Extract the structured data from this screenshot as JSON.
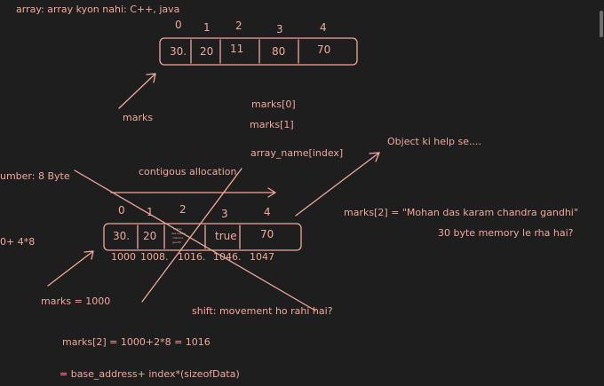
{
  "header_note": "array: array kyon nahi: C++, java",
  "array_top": {
    "indices": [
      "0",
      "1",
      "2",
      "3",
      "4"
    ],
    "cells": [
      "30.",
      "20",
      "11",
      "80",
      "70"
    ]
  },
  "label_marks": "marks",
  "access_examples": [
    "marks[0]",
    "marks[1]",
    "array_name[index]"
  ],
  "object_help": "Object ki help se....",
  "number_note": "umber: 8 Byte",
  "partial_formula": "0+ 4*8",
  "contiguous_label": "contigous allocation",
  "array_bottom": {
    "indices": [
      "0",
      "1",
      "2",
      "3",
      "4"
    ],
    "cells": [
      "30.",
      "20",
      "",
      "true",
      "70"
    ],
    "tiny_text": [
      "Mohan",
      "das karam",
      "chandra",
      "gandhi"
    ],
    "addresses": [
      "1000",
      "1008.",
      "1016.",
      "1046.",
      "1047"
    ]
  },
  "marks2_string": "marks[2] = \"Mohan das karam chandra gandhi\"",
  "bytes_question": "30 byte memory le rha hai?",
  "marks_eq": "marks = 1000",
  "shift_note": "shift: movement ho rahi hai?",
  "calc_line": "marks[2] = 1000+2*8 = 1016",
  "formula_line": "= base_address+ index*(sizeofData)",
  "colors": {
    "background": "#1e1e1e",
    "ink": "#f1a89d"
  }
}
